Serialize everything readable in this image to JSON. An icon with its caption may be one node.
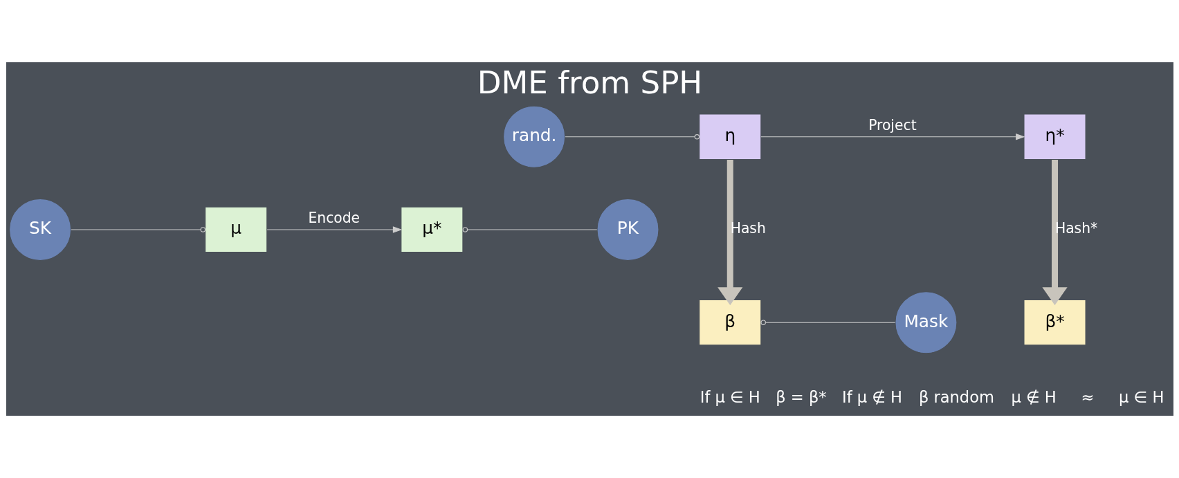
{
  "diagram": {
    "title": "DME from SPH",
    "nodes": [
      {
        "text": [
          "SK"
        ]
      },
      {
        "text": [
          "μ"
        ]
      },
      {
        "text": [
          "PK"
        ]
      },
      {
        "text": [
          "μ*"
        ]
      },
      {
        "text": [
          "rand."
        ]
      },
      {
        "text": [
          "η*"
        ]
      },
      {
        "text": [
          "η"
        ]
      },
      {
        "text": [
          "β*"
        ]
      },
      {
        "text": [
          "β"
        ]
      },
      {
        "text": [
          "Mask"
        ]
      }
    ],
    "edges": [
      {
        "from": 0,
        "to": 1,
        "arrow": "other"
      },
      {
        "from": 1,
        "to": 3,
        "arrow": "to",
        "label": "Encode"
      },
      {
        "from": 2,
        "to": 3,
        "arrow": "other"
      },
      {
        "from": 4,
        "to": 6,
        "arrow": "other"
      },
      {
        "from": 6,
        "to": 5,
        "arrow": "to",
        "label": "Project"
      },
      {
        "from": 5,
        "to": 7,
        "arrow": "to",
        "label": "Hash*",
        "style": "thick",
        "color": "#c8c4bc"
      },
      {
        "from": 6,
        "to": 8,
        "arrow": "to",
        "label": "Hash",
        "style": "thick",
        "color": "#c8c4bc"
      },
      {
        "from": 9,
        "to": 8,
        "arrow": "other"
      }
    ],
    "labels": [
      "If μ ∈ H",
      "β = β*",
      "If μ ∉ H",
      "β random",
      "μ ∉ H",
      "≈",
      "μ ∈ H"
    ]
  }
}
